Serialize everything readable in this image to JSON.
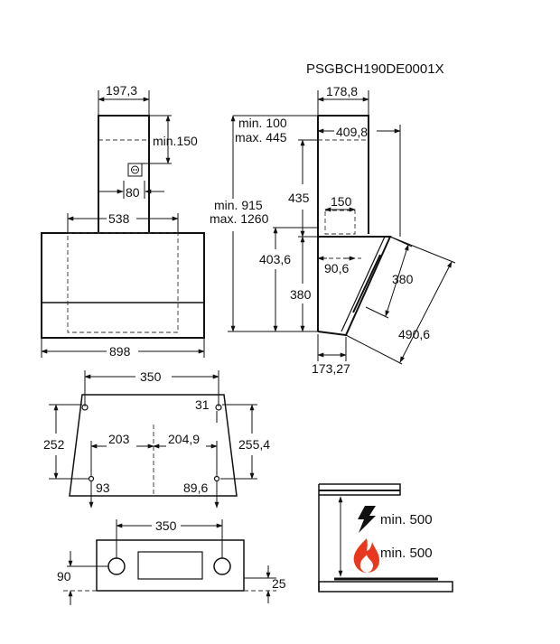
{
  "model": "PSGBCH190DE0001X",
  "front_view": {
    "chimney_width": "197,3",
    "chimney_min_offset": "min.150",
    "socket_offset": "80",
    "bracket_width": "538",
    "hood_width": "898",
    "socket_icon": "power-socket-icon"
  },
  "side_view": {
    "depth_top": "178,8",
    "chimney_overlap_min": "min. 100",
    "chimney_overlap_max": "max. 445",
    "total_depth": "409,8",
    "height_min": "min. 915",
    "height_max": "max. 1260",
    "chimney_height": "435",
    "outlet_width": "150",
    "body_height": "403,6",
    "outlet_offset": "90,6",
    "lower_height": "380",
    "bottom_depth": "173,27",
    "panel_length": "380",
    "panel_diagonal": "490,6"
  },
  "bracket_plate": {
    "hole_spacing": "350",
    "edge_offset_top": "31",
    "left_height": "252",
    "right_height": "255,4",
    "left_center": "203",
    "right_center": "204,9",
    "bottom_left": "93",
    "bottom_right": "89,6"
  },
  "wall_plate": {
    "hole_spacing": "350",
    "left_offset": "90",
    "right_offset": "25"
  },
  "clearance": {
    "electric_label": "min. 500",
    "gas_label": "min. 500",
    "electric_icon": "lightning-bolt-icon",
    "gas_icon": "gas-flame-icon"
  }
}
